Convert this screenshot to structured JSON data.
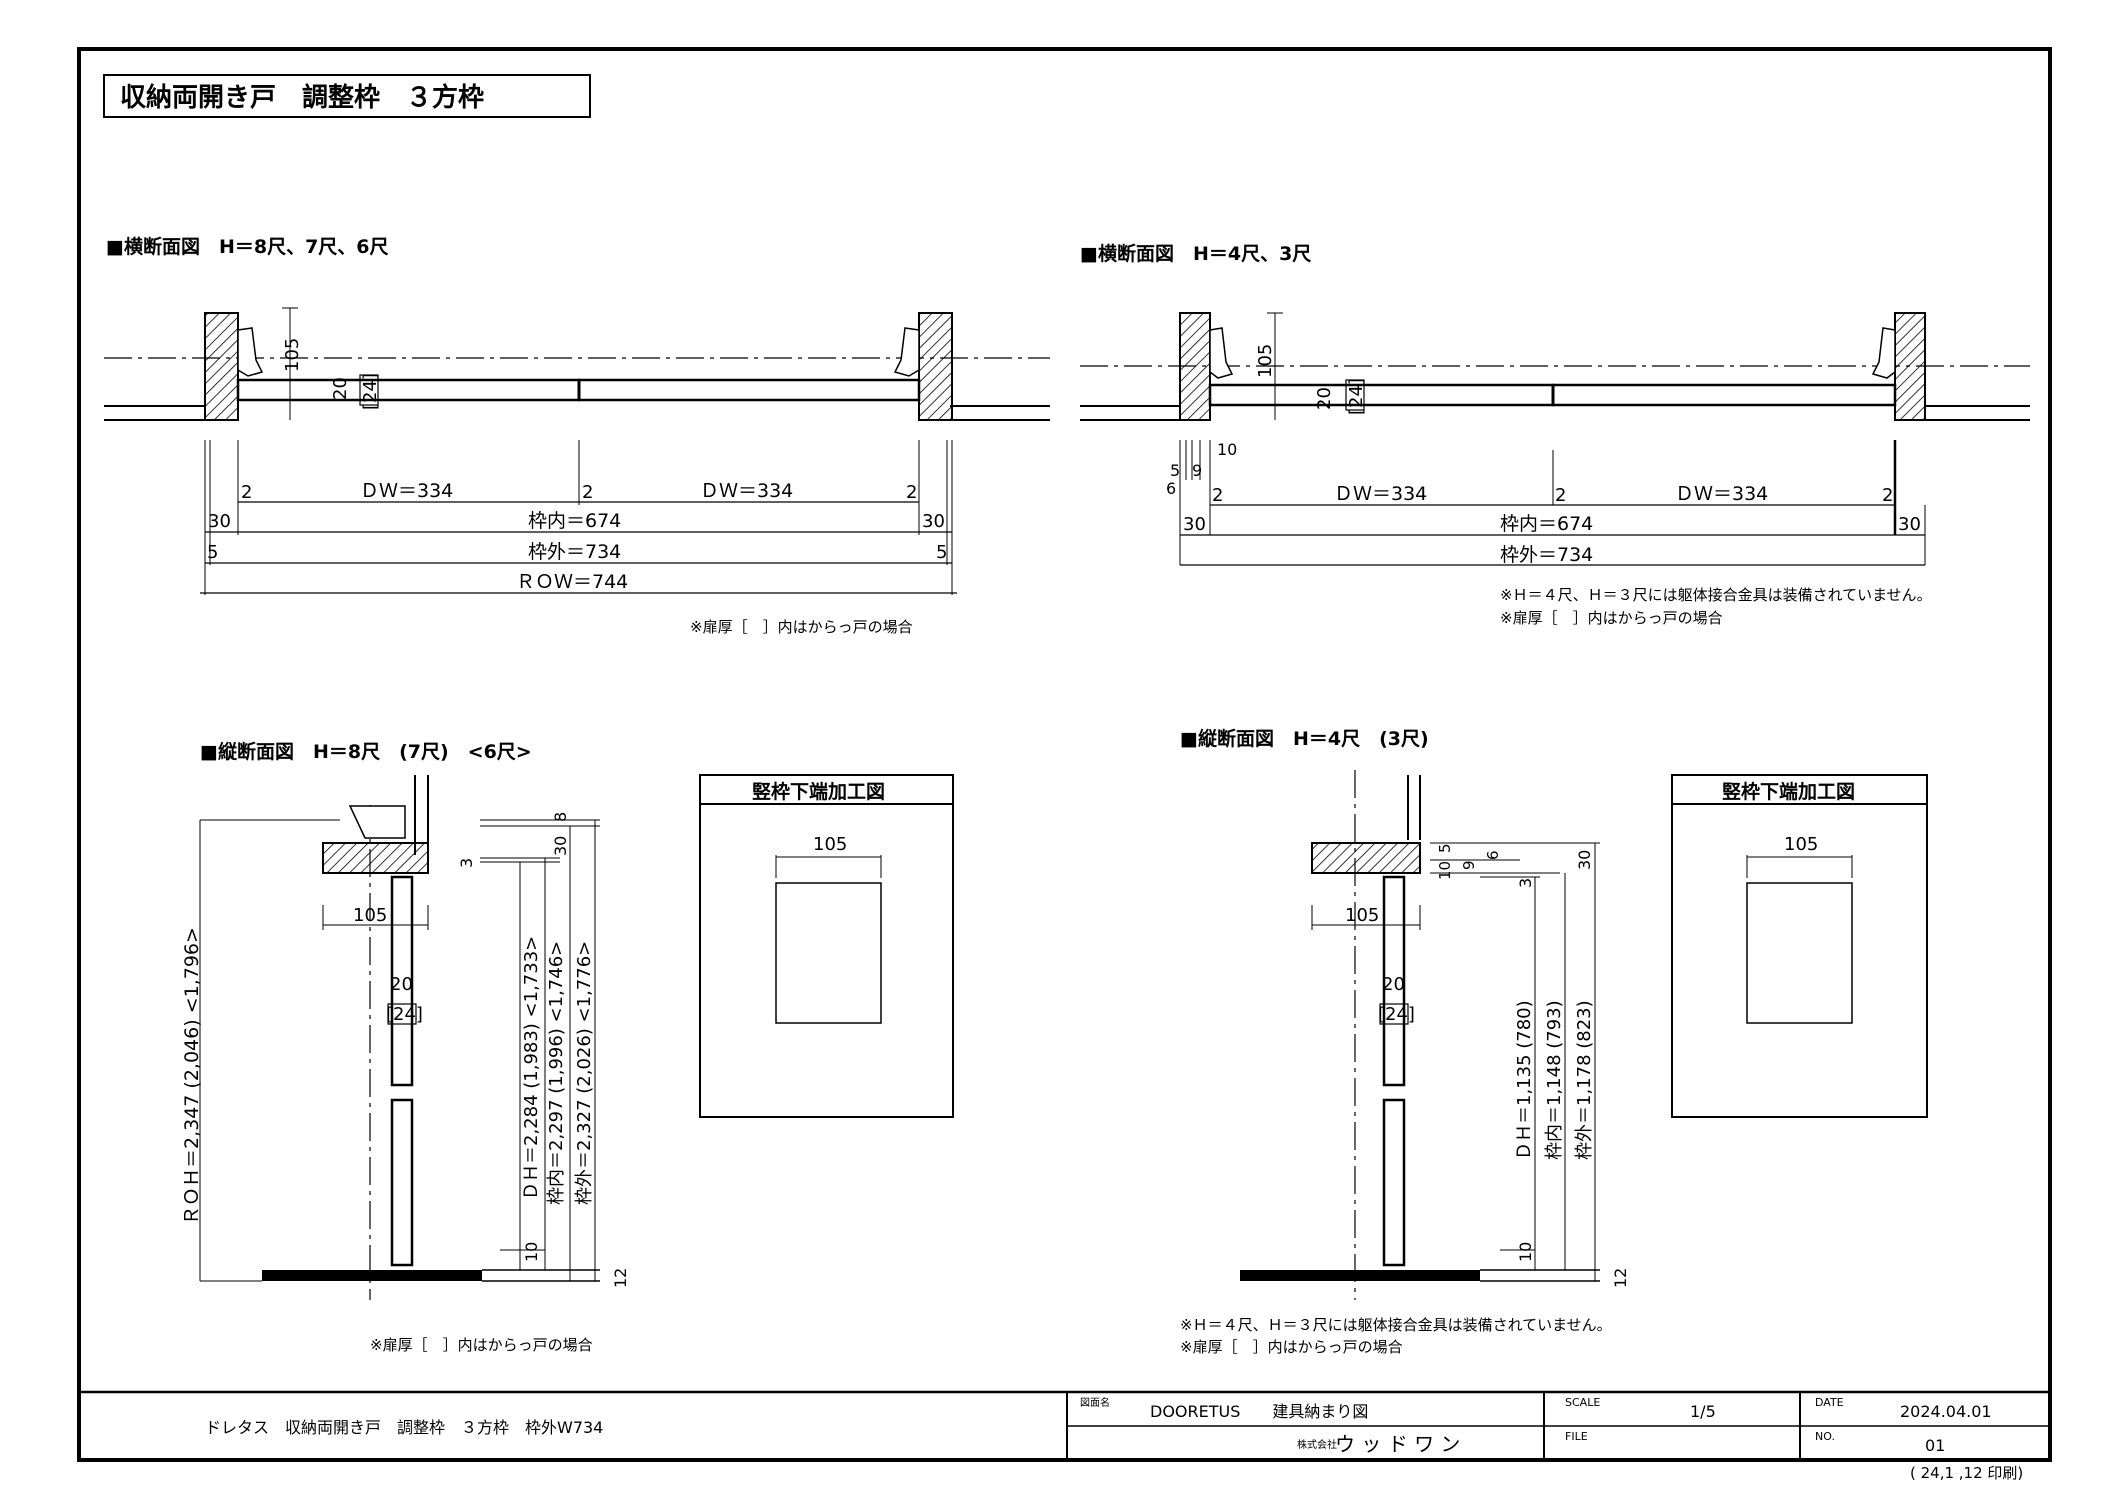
{
  "title": "収納両開き戸　調整枠　３方枠",
  "sections": {
    "tl": "■横断面図　H＝8尺、7尺、6尺",
    "tr": "■横断面図　H＝4尺、3尺",
    "bl": "■縦断面図　H＝8尺　(7尺)　<6尺>",
    "br": "■縦断面図　H＝4尺　(3尺)"
  },
  "tl": {
    "dw_left": "ＤＷ＝334",
    "dw_right": "ＤＷ＝334",
    "inner": "枠内＝674",
    "outer": "枠外＝734",
    "row": "ＲＯＷ＝744",
    "d105": "105",
    "d20": "20",
    "d24": "[24]",
    "n2": "2",
    "n30": "30",
    "n5": "5",
    "note": "※扉厚［　］内はからっ戸の場合"
  },
  "tr": {
    "dw_left": "ＤＷ＝334",
    "dw_right": "ＤＷ＝334",
    "inner": "枠内＝674",
    "outer": "枠外＝734",
    "d105": "105",
    "d20": "20",
    "d24": "[24]",
    "n2": "2",
    "n30": "30",
    "n10": "10",
    "n9": "9",
    "n5": "5",
    "n6": "6",
    "note1": "※Ｈ＝４尺、Ｈ＝３尺には躯体接合金具は装備されていません。",
    "note2": "※扉厚［　］内はからっ戸の場合"
  },
  "bl": {
    "roh": "ＲＯＨ＝2,347 (2,046) <1,796>",
    "dh": "ＤＨ＝2,284 (1,983) <1,733>",
    "inner": "枠内＝2,297 (1,996) <1,746>",
    "outer": "枠外＝2,327 (2,026) <1,776>",
    "d105": "105",
    "d20": "20",
    "d24": "[24]",
    "n8": "8",
    "n30": "30",
    "n3": "3",
    "n10": "10",
    "n12": "12",
    "note": "※扉厚［　］内はからっ戸の場合"
  },
  "br": {
    "dh": "ＤＨ＝1,135 (780)",
    "inner": "枠内＝1,148 (793)",
    "outer": "枠外＝1,178 (823)",
    "d105": "105",
    "d20": "20",
    "d24": "[24]",
    "n5": "5",
    "n6": "6",
    "n9": "9",
    "n10": "10",
    "n30": "30",
    "n3": "3",
    "n12": "12",
    "note1": "※Ｈ＝４尺、Ｈ＝３尺には躯体接合金具は装備されていません。",
    "note2": "※扉厚［　］内はからっ戸の場合"
  },
  "detail": {
    "title": "竪枠下端加工図",
    "d105": "105"
  },
  "titleblock": {
    "product": "ドレタス　収納両開き戸　調整枠　３方枠　枠外W734",
    "drawing_label": "図面名",
    "drawing_name": "DOORETUS　　建具納まり図",
    "company_label": "株式会社",
    "company": "ウ ッ ド ワ ン",
    "scale_label": "SCALE",
    "scale": "1/5",
    "file_label": "FILE",
    "date_label": "DATE",
    "date": "2024.04.01",
    "no_label": "NO.",
    "no": "01",
    "print": "( 24,1 ,12 印刷)"
  }
}
